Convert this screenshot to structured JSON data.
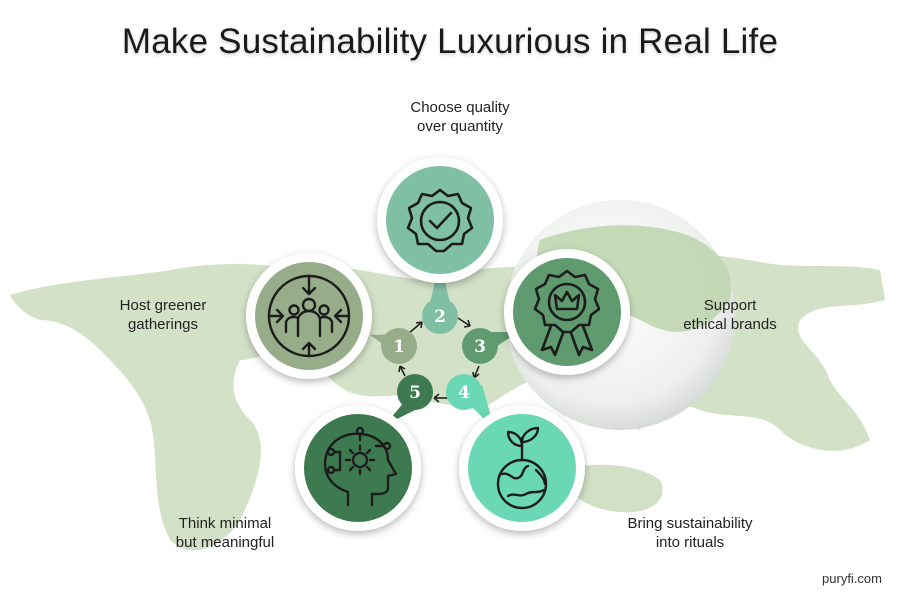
{
  "title": "Make Sustainability Luxurious in Real Life",
  "colors": {
    "step1": "#97ac88",
    "step2": "#7fbfa4",
    "step3": "#5f9b6e",
    "step4": "#6ad8b4",
    "step5": "#3d7a4f",
    "map": "#c4d8b4",
    "ring": "#ffffff"
  },
  "steps": [
    {
      "number": "1",
      "label_line1": "Host greener",
      "label_line2": "gatherings",
      "icon": "people-cycle-icon"
    },
    {
      "number": "2",
      "label_line1": "Choose quality",
      "label_line2": "over quantity",
      "icon": "verified-badge-icon"
    },
    {
      "number": "3",
      "label_line1": "Support",
      "label_line2": "ethical brands",
      "icon": "crown-award-icon"
    },
    {
      "number": "4",
      "label_line1": "Bring sustainability",
      "label_line2": "into rituals",
      "icon": "earth-sprout-icon"
    },
    {
      "number": "5",
      "label_line1": "Think minimal",
      "label_line2": "but meaningful",
      "icon": "head-gears-icon"
    }
  ],
  "watermark": "puryfi.com"
}
